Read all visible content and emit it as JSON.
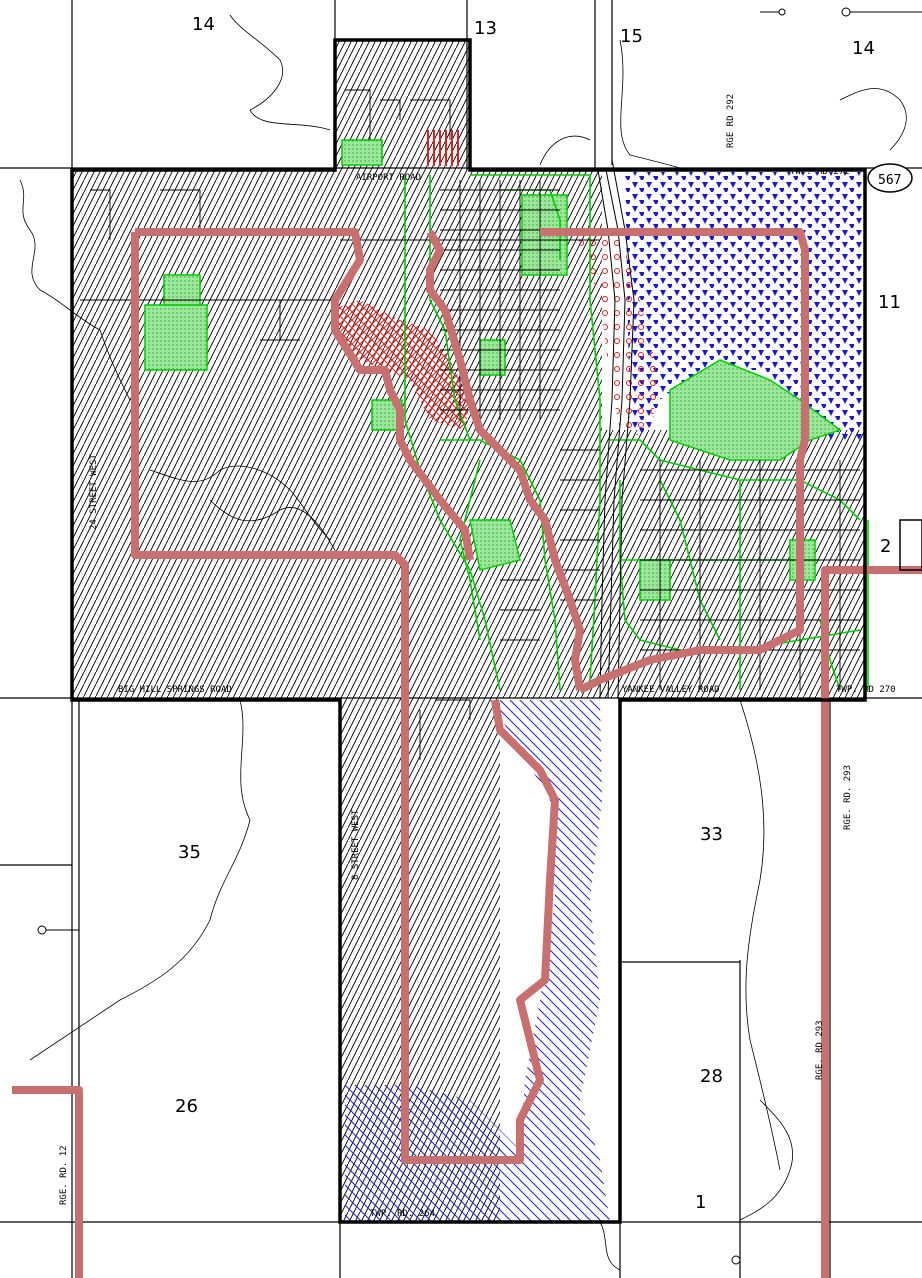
{
  "section_numbers": {
    "n14_left": "14",
    "n13": "13",
    "n15": "15",
    "n14_right": "14",
    "n11": "11",
    "n2": "2",
    "n35": "35",
    "n33": "33",
    "n26": "26",
    "n28": "28",
    "n1": "1"
  },
  "roads": {
    "rge_rd_292": "RGE RD 292",
    "twp_rd_272": "TWP. RD 272",
    "highway_567": "567",
    "street_24_west": "24 STREET WEST",
    "big_hill_springs_road": "BIG HILL SPRINGS ROAD",
    "airport_road": "AIRPORT ROAD",
    "yankee_valley_road": "YANKEE VALLEY ROAD",
    "twp_rd_270": "TWP. RD 270",
    "street_8_west": "8 STREET WEST",
    "rge_rd_293_upper": "RGE. RD. 293",
    "rge_rd_293_lower": "RGE. RD 293",
    "rge_rd_12": "RGE. RD. 12",
    "twp_rd_264": "TWP. RD. 264"
  },
  "colors": {
    "boundary_red": "#c87070",
    "green_area": "#8ee68e",
    "green_line": "#00cc00",
    "blue_hatch": "#2020d0",
    "red_hatch": "#e02020"
  }
}
